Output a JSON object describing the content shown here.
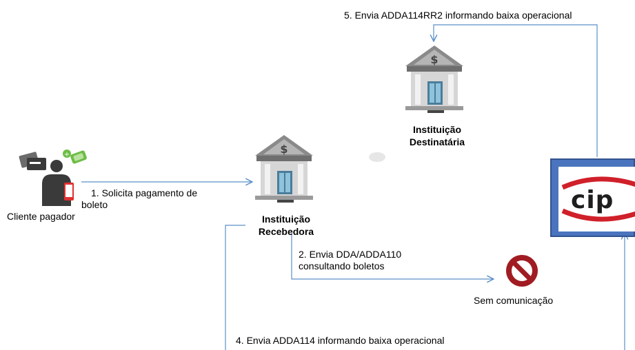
{
  "steps": {
    "step1": "1. Solicita pagamento de",
    "step1_cont": "boleto",
    "step2": "2. Envia DDA/ADDA110",
    "step2_cont": "consultando boletos",
    "step4": "4. Envia ADDA114 informando baixa operacional",
    "step5": "5. Envia ADDA114RR2 informando baixa operacional"
  },
  "nodes": {
    "client": "Cliente pagador",
    "receiver_line1": "Instituição",
    "receiver_line2": "Recebedora",
    "dest_line1": "Instituição",
    "dest_line2": "Destinatária",
    "no_comm": "Sem comunicação",
    "cip": "cip"
  },
  "colors": {
    "arrow": "#5b8fc7",
    "block": "#a01c22",
    "cip_blue": "#4a74bd",
    "cip_red": "#d0202a"
  }
}
